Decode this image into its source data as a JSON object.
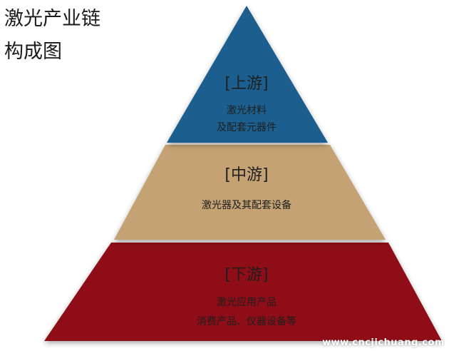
{
  "title": {
    "line1": "激光产业链",
    "line2": "构成图"
  },
  "layers": {
    "upstream": {
      "heading": "[上游]",
      "line1": "激光材料",
      "line2": "及配套元器件",
      "color": "#1e5e8e"
    },
    "midstream": {
      "heading": "[中游]",
      "line1": "激光器及其配套设备",
      "color": "#c4a273"
    },
    "downstream": {
      "heading": "[下游]",
      "line1": "激光应用产品",
      "line2": "消费产品、仪器设备等",
      "color": "#8e0c14"
    }
  },
  "watermark": "www.cncjichuang.com"
}
